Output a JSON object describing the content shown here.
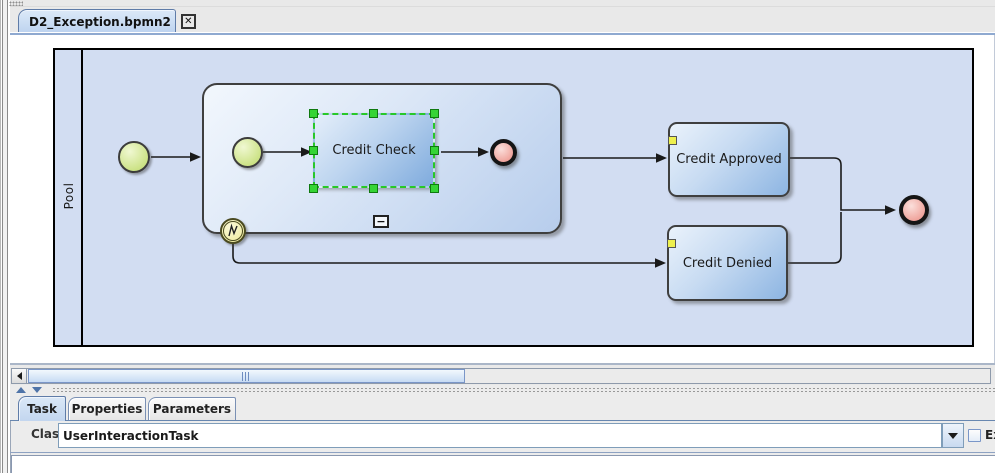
{
  "window": {
    "tab_title": "D2_Exception.bpmn2",
    "close_icon": "✕"
  },
  "diagram": {
    "pool_label": "Pool",
    "subprocess_collapse": "−",
    "tasks": {
      "credit_check": "Credit Check",
      "credit_approved": "Credit Approved",
      "credit_denied": "Credit Denied"
    }
  },
  "bottom_panel": {
    "tabs": [
      {
        "label": "Task",
        "selected": true
      },
      {
        "label": "Properties",
        "selected": false
      },
      {
        "label": "Parameters",
        "selected": false
      }
    ],
    "class_row": {
      "label": "Class",
      "value": "UserInteractionTask",
      "checkbox_label": "Ex"
    }
  },
  "colors": {
    "pool_fill": "#d2ddf2",
    "task_fill_start": "#eaf2fb",
    "task_fill_end": "#8db5e2",
    "start_event_fill": "#cde388",
    "end_event_fill": "#efa29a",
    "boundary_event_fill": "#f2efa9",
    "selection_green": "#2ed32e",
    "tab_selected_fill": "#cbdcf3",
    "panel_border": "#6887b0"
  }
}
